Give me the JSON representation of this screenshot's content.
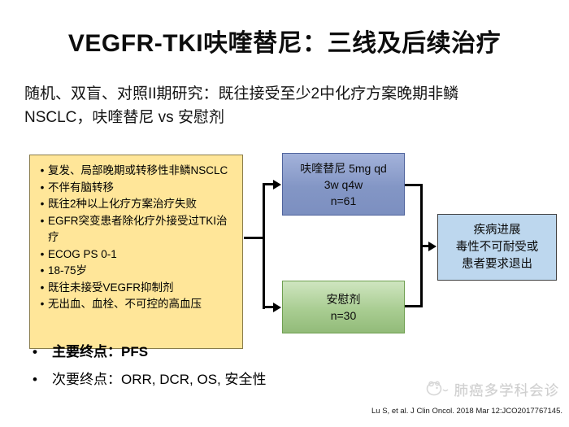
{
  "slide": {
    "title": "VEGFR-TKI呋喹替尼：三线及后续治疗",
    "subtitle_line1": "随机、双盲、对照II期研究：既往接受至少2中化疗方案晚期非鳞",
    "subtitle_line2": "NSCLC，呋喹替尼 vs 安慰剂"
  },
  "criteria_box": {
    "items": [
      "复发、局部晚期或转移性非鳞NSCLC",
      "不伴有脑转移",
      "既往2种以上化疗方案治疗失败",
      "EGFR突变患者除化疗外接受过TKI治疗",
      "ECOG PS 0-1",
      "18-75岁",
      "既往未接受VEGFR抑制剂",
      "无出血、血栓、不可控的高血压"
    ]
  },
  "arm_boxes": {
    "fruquintinib": {
      "line1": "呋喹替尼 5mg qd",
      "line2": "3w q4w",
      "line3": "n=61"
    },
    "placebo": {
      "line1": "安慰剂",
      "line2": "n=30"
    }
  },
  "outcome_box": {
    "line1": "疾病进展",
    "line2": "毒性不可耐受或",
    "line3": "患者要求退出"
  },
  "endpoints": {
    "primary": "主要终点：PFS",
    "secondary": "次要终点：ORR, DCR, OS, 安全性"
  },
  "footer": {
    "watermark": "肺癌多学科会诊",
    "citation": "Lu S, et al. J Clin Oncol. 2018 Mar 12:JCO2017767145."
  },
  "colors": {
    "criteria_fill": "#FFE699",
    "criteria_border": "#8a7c4a",
    "fruquintinib_fill": "#8396c5",
    "fruquintinib_border": "#4f639c",
    "placebo_fill": "#a9cd92",
    "placebo_border": "#6f9f50",
    "outcome_fill": "#BDD7EE",
    "outcome_border": "#404040",
    "connector": "#000000",
    "watermark_text": "#cfcfcf"
  }
}
